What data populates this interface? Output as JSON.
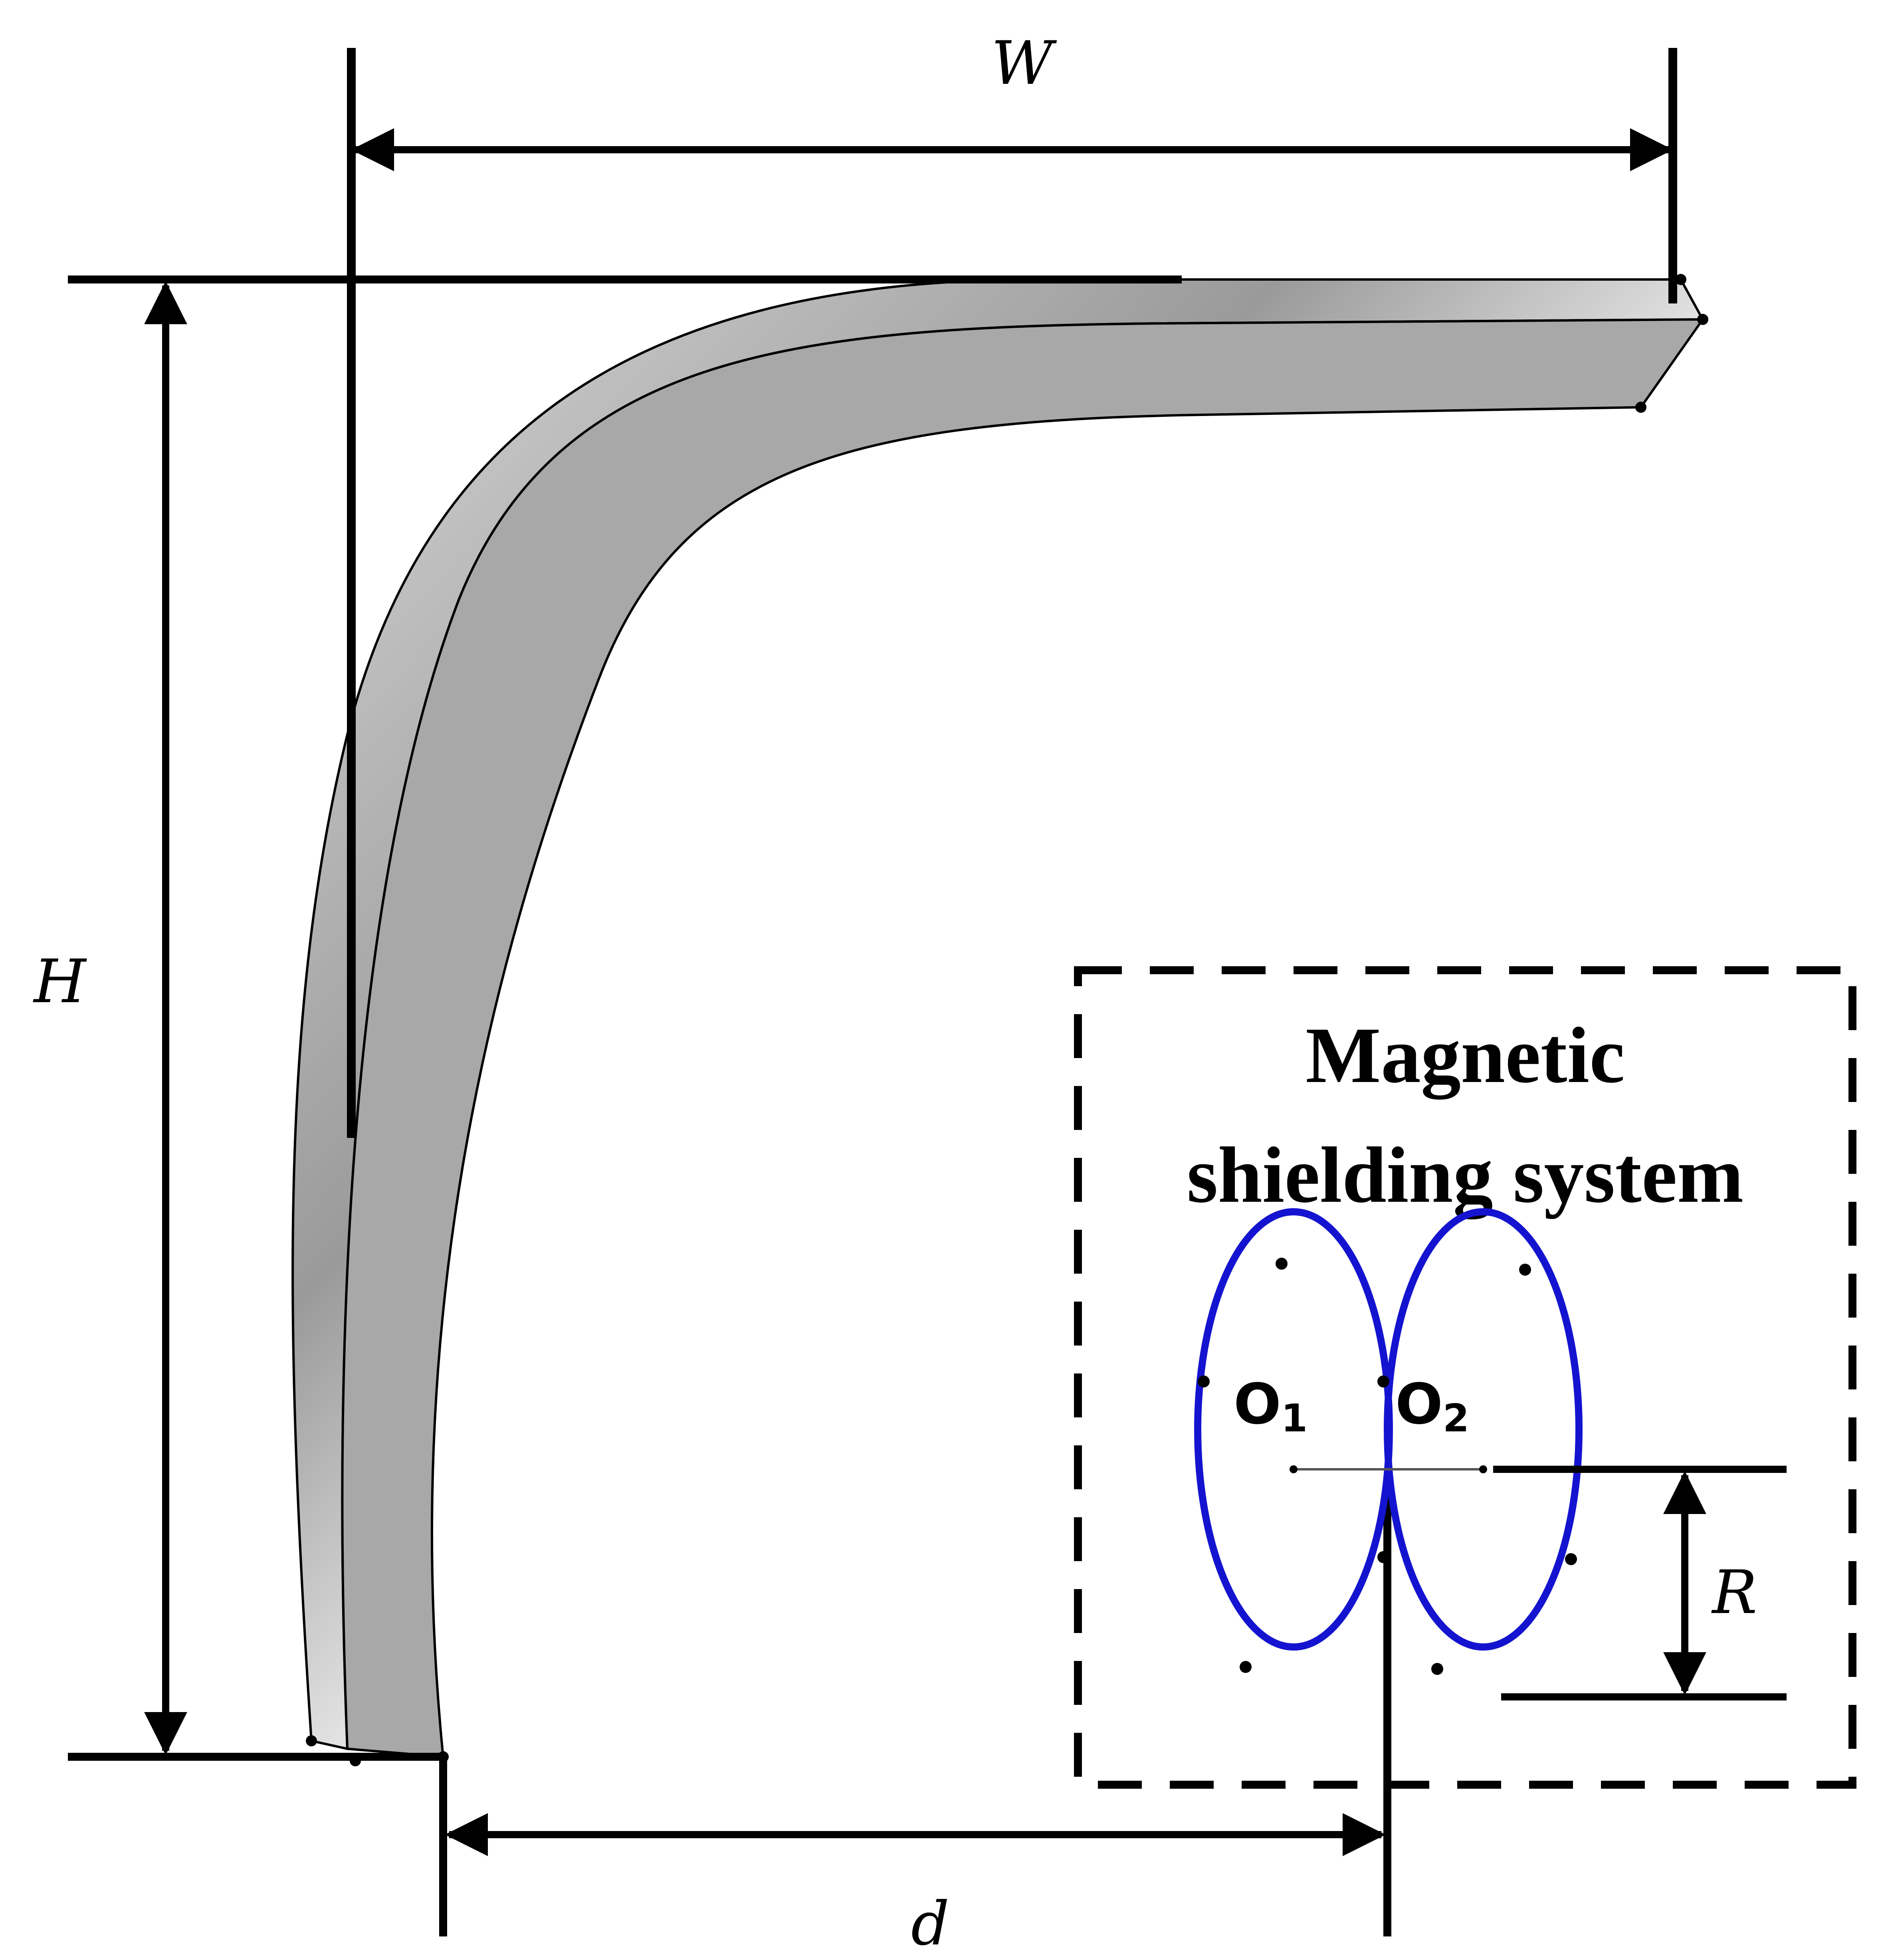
{
  "dimensions": {
    "width_label": "W",
    "height_label": "H",
    "distance_label": "d",
    "radius_label": "R"
  },
  "shielding_box": {
    "title_line1": "Magnetic",
    "title_line2": "shielding system",
    "center1_letter": "O",
    "center1_sub": "1",
    "center2_letter": "O",
    "center2_sub": "2"
  },
  "colors": {
    "coil": "#1414d0",
    "line": "#000000",
    "tube_top": "#e6e6e6",
    "tube_side": "#a8a8a8"
  }
}
